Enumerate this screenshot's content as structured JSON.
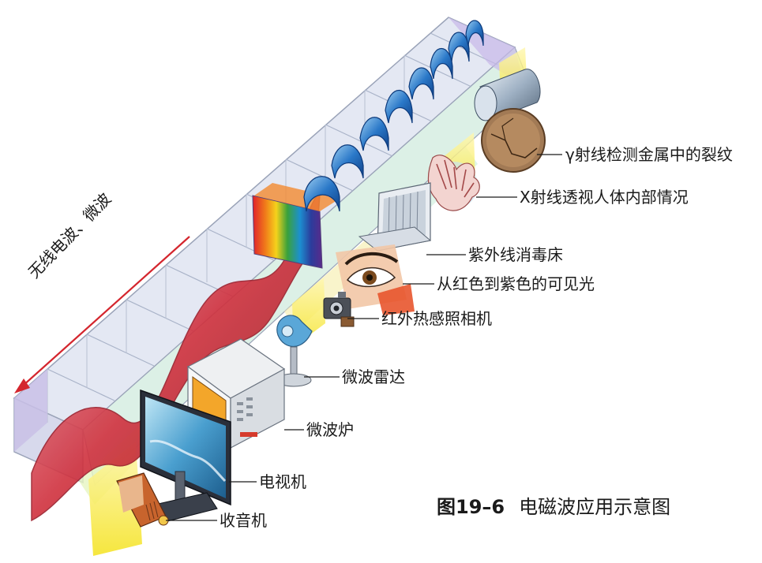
{
  "figure": {
    "number": "图19–6",
    "title": "电磁波应用示意图"
  },
  "direction_label": "无线电波、微波",
  "applications": [
    {
      "id": "gamma",
      "label": "γ射线检测金属中的裂纹"
    },
    {
      "id": "xray",
      "label": "X射线透视人体内部情况"
    },
    {
      "id": "uv",
      "label": "紫外线消毒床"
    },
    {
      "id": "visible",
      "label": "从红色到紫色的可见光"
    },
    {
      "id": "infrared",
      "label": "红外热感照相机"
    },
    {
      "id": "radar",
      "label": "微波雷达"
    },
    {
      "id": "oven",
      "label": "微波炉"
    },
    {
      "id": "tv",
      "label": "电视机"
    },
    {
      "id": "radio",
      "label": "收音机"
    }
  ]
}
